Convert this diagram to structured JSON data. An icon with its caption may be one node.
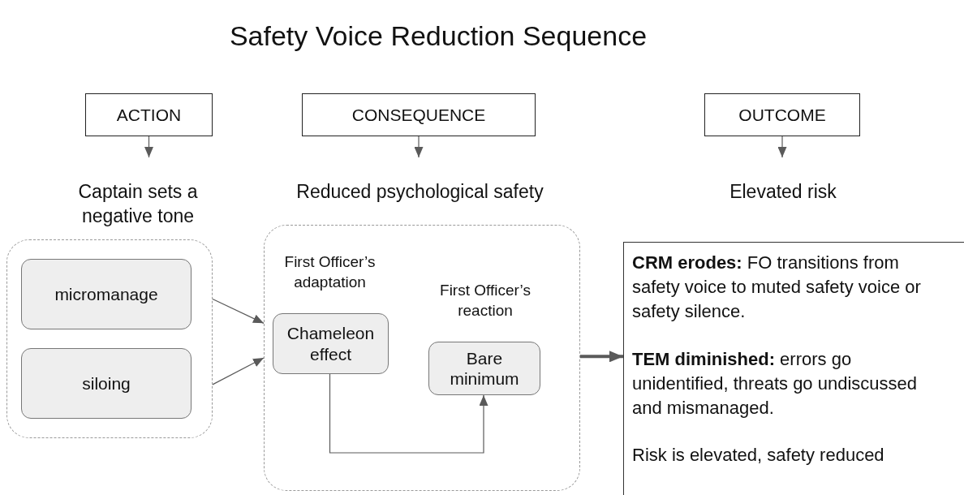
{
  "diagram": {
    "title": "Safety Voice Reduction Sequence",
    "nodes": [
      {
        "text": [
          "ACTION"
        ]
      },
      {
        "text": [
          "CONSEQUENCE"
        ]
      },
      {
        "text": [
          "OUTCOME"
        ]
      },
      {
        "text": [
          "Captain sets a negative tone"
        ]
      },
      {
        "text": [
          "Reduced psychological safety"
        ]
      },
      {
        "text": [
          "Elevated risk"
        ]
      },
      {
        "text": [],
        "shape": "box"
      },
      {
        "text": [
          "micromanage"
        ],
        "in": 6
      },
      {
        "text": [
          "siloing"
        ],
        "in": 6
      },
      {
        "text": [],
        "shape": "box"
      },
      {
        "text": [
          "First Officer’s adaptation",
          "Chameleon effect"
        ],
        "in": 9
      },
      {
        "text": [
          "First Officer’s reaction",
          "Bare minimum"
        ],
        "in": 9
      },
      {
        "text": [
          "**CRM erodes:** FO transitions from safety voice to muted safety voice or safety silence.",
          "**TEM diminished:** errors go unidentified, threats go undiscussed and mismanaged.",
          "Risk is elevated, safety reduced"
        ]
      }
    ],
    "edges": [
      {
        "from": 0,
        "to": 3,
        "arrow": "to"
      },
      {
        "from": 1,
        "to": 4,
        "arrow": "to"
      },
      {
        "from": 2,
        "to": 5,
        "arrow": "to"
      },
      {
        "from": 6,
        "to": 9,
        "arrow": "to"
      },
      {
        "from": 6,
        "to": 9,
        "arrow": "to"
      },
      {
        "from": 10,
        "to": 11,
        "arrow": "to"
      },
      {
        "from": 9,
        "to": 12,
        "arrow": "to",
        "style": "thick"
      }
    ]
  }
}
